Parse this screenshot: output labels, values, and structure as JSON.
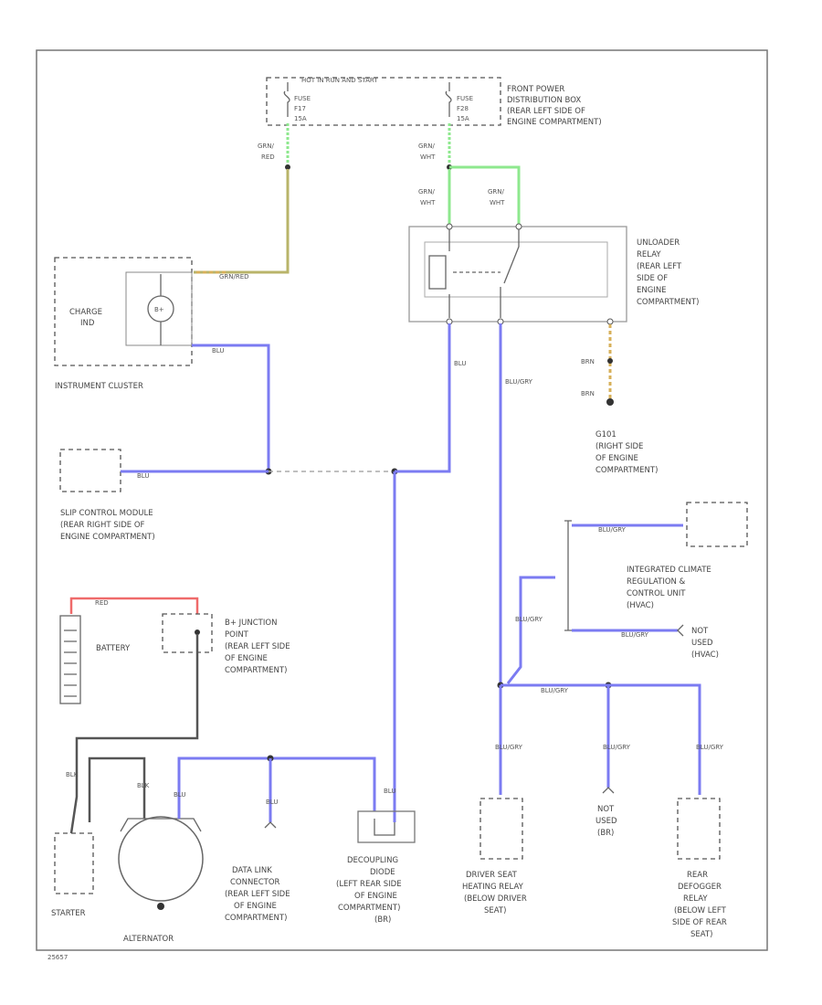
{
  "diagram": {
    "top_fuse_box": {
      "header": "HOT IN RUN AND START",
      "fuse_a": [
        "FUSE",
        "F17",
        "15A"
      ],
      "fuse_b": [
        "FUSE",
        "F28",
        "15A"
      ],
      "location": [
        "FRONT POWER",
        "DISTRIBUTION BOX",
        "(REAR LEFT SIDE OF",
        "ENGINE COMPARTMENT)"
      ]
    },
    "wires": {
      "grn_red": [
        "GRN/",
        "RED"
      ],
      "grn_wht_1": [
        "GRN/",
        "WHT"
      ],
      "grn_wht_2": [
        "GRN/",
        "WHT"
      ],
      "grn_wht_3": [
        "GRN/",
        "WHT"
      ],
      "grn_red_cluster": "GRN/RED",
      "blue_cluster": "BLU",
      "blue_slip": "BLU",
      "blu_relay": "BLU",
      "blu_gry_relay": "BLU/GRY",
      "brn_1": "BRN",
      "brn_2": "BRN",
      "red_battery": "RED",
      "blu_gry_climate": "BLU/GRY",
      "blu_gry_notused": "BLU/GRY",
      "blu_gry_bus": "BLU/GRY",
      "blu_gry_left": "BLU/GRY",
      "blu_gry_driver": "BLU/GRY",
      "blu_gry_mid": "BLU/GRY",
      "blu_gry_rear": "BLU/GRY",
      "blk_starter": "BLK",
      "blk_alt": "BLK",
      "blu_alt": "BLU",
      "blu_dlc": "BLU",
      "blu_decoupling": "BLU"
    },
    "unloader_relay": [
      "UNLOADER",
      "RELAY",
      "(REAR LEFT",
      "SIDE OF",
      "ENGINE",
      "COMPARTMENT)"
    ],
    "instrument_cluster": {
      "label": "INSTRUMENT CLUSTER",
      "charge_ind": [
        "CHARGE",
        "IND"
      ]
    },
    "ground": {
      "name": "G101",
      "location": [
        "(RIGHT SIDE",
        "OF ENGINE",
        "COMPARTMENT)"
      ]
    },
    "slip_control": [
      "SLIP CONTROL MODULE",
      "(REAR RIGHT SIDE OF",
      "ENGINE COMPARTMENT)"
    ],
    "climate": [
      "INTEGRATED CLIMATE",
      "REGULATION &",
      "CONTROL UNIT",
      "(HVAC)"
    ],
    "not_used_1": [
      "NOT",
      "USED",
      "(HVAC)"
    ],
    "battery": "BATTERY",
    "junction": [
      "B+ JUNCTION",
      "POINT",
      "(REAR LEFT SIDE",
      "OF ENGINE",
      "COMPARTMENT)"
    ],
    "starter": "STARTER",
    "alternator": "ALTERNATOR",
    "data_link": [
      "DATA LINK",
      "CONNECTOR",
      "(REAR LEFT SIDE",
      "OF ENGINE",
      "COMPARTMENT)"
    ],
    "decoupling": [
      "DECOUPLING",
      "DIODE",
      "(LEFT REAR SIDE",
      "OF ENGINE",
      "COMPARTMENT)",
      "(BR)"
    ],
    "driver_seat": [
      "DRIVER SEAT",
      "HEATING RELAY",
      "(BELOW DRIVER",
      "SEAT)"
    ],
    "not_used_2": [
      "NOT",
      "USED",
      "(BR)"
    ],
    "rear_defogger": [
      "REAR",
      "DEFOGGER",
      "RELAY",
      "(BELOW LEFT",
      "SIDE OF REAR",
      "SEAT)"
    ],
    "ref_code": "25657"
  }
}
